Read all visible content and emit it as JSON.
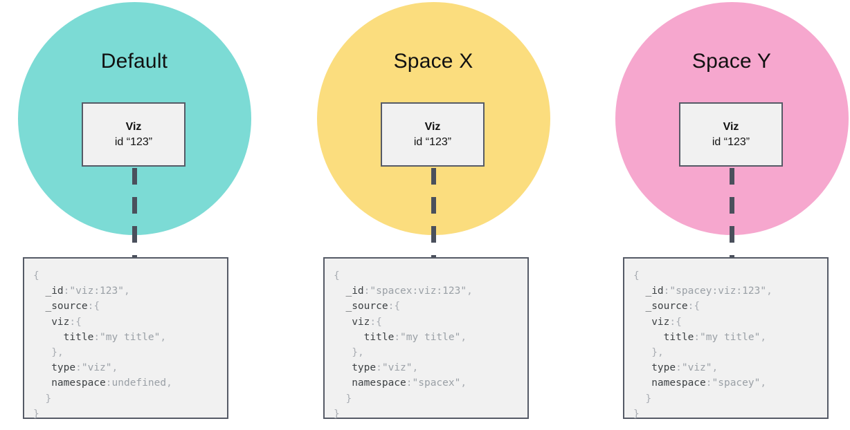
{
  "diagram": {
    "title_hidden": "",
    "groups": [
      {
        "name": "default",
        "title": "Default",
        "circle_color": "#7CDBD5",
        "node": {
          "label": "Viz",
          "sublabel": "id “123”"
        },
        "connector": "dashed-line",
        "code_lines": [
          [
            {
              "t": "{",
              "c": "punc"
            }
          ],
          [
            {
              "t": "  ",
              "c": "punc"
            },
            {
              "t": "_id",
              "c": "key"
            },
            {
              "t": ":",
              "c": "punc"
            },
            {
              "t": "\"viz:123\"",
              "c": "str"
            },
            {
              "t": ",",
              "c": "punc"
            }
          ],
          [
            {
              "t": "  ",
              "c": "punc"
            },
            {
              "t": "_source",
              "c": "key"
            },
            {
              "t": ":",
              "c": "punc"
            },
            {
              "t": "{",
              "c": "punc"
            }
          ],
          [
            {
              "t": "   ",
              "c": "punc"
            },
            {
              "t": "viz",
              "c": "key"
            },
            {
              "t": ":",
              "c": "punc"
            },
            {
              "t": "{",
              "c": "punc"
            }
          ],
          [
            {
              "t": "     ",
              "c": "punc"
            },
            {
              "t": "title",
              "c": "key"
            },
            {
              "t": ":",
              "c": "punc"
            },
            {
              "t": "\"my title\"",
              "c": "str"
            },
            {
              "t": ",",
              "c": "punc"
            }
          ],
          [
            {
              "t": "   ",
              "c": "punc"
            },
            {
              "t": "}",
              "c": "punc"
            },
            {
              "t": ",",
              "c": "punc"
            }
          ],
          [
            {
              "t": "   ",
              "c": "punc"
            },
            {
              "t": "type",
              "c": "key"
            },
            {
              "t": ":",
              "c": "punc"
            },
            {
              "t": "\"viz\"",
              "c": "str"
            },
            {
              "t": ",",
              "c": "punc"
            }
          ],
          [
            {
              "t": "   ",
              "c": "punc"
            },
            {
              "t": "namespace",
              "c": "key"
            },
            {
              "t": ":",
              "c": "punc"
            },
            {
              "t": "undefined",
              "c": "val"
            },
            {
              "t": ",",
              "c": "punc"
            }
          ],
          [
            {
              "t": "  ",
              "c": "punc"
            },
            {
              "t": "}",
              "c": "punc"
            }
          ],
          [
            {
              "t": "}",
              "c": "punc"
            }
          ]
        ]
      },
      {
        "name": "space-x",
        "title": "Space X",
        "circle_color": "#FBDD7E",
        "node": {
          "label": "Viz",
          "sublabel": "id “123”"
        },
        "connector": "dashed-line",
        "code_lines": [
          [
            {
              "t": "{",
              "c": "punc"
            }
          ],
          [
            {
              "t": "  ",
              "c": "punc"
            },
            {
              "t": "_id",
              "c": "key"
            },
            {
              "t": ":",
              "c": "punc"
            },
            {
              "t": "\"spacex:viz:123\"",
              "c": "str"
            },
            {
              "t": ",",
              "c": "punc"
            }
          ],
          [
            {
              "t": "  ",
              "c": "punc"
            },
            {
              "t": "_source",
              "c": "key"
            },
            {
              "t": ":",
              "c": "punc"
            },
            {
              "t": "{",
              "c": "punc"
            }
          ],
          [
            {
              "t": "   ",
              "c": "punc"
            },
            {
              "t": "viz",
              "c": "key"
            },
            {
              "t": ":",
              "c": "punc"
            },
            {
              "t": "{",
              "c": "punc"
            }
          ],
          [
            {
              "t": "     ",
              "c": "punc"
            },
            {
              "t": "title",
              "c": "key"
            },
            {
              "t": ":",
              "c": "punc"
            },
            {
              "t": "\"my title\"",
              "c": "str"
            },
            {
              "t": ",",
              "c": "punc"
            }
          ],
          [
            {
              "t": "   ",
              "c": "punc"
            },
            {
              "t": "}",
              "c": "punc"
            },
            {
              "t": ",",
              "c": "punc"
            }
          ],
          [
            {
              "t": "   ",
              "c": "punc"
            },
            {
              "t": "type",
              "c": "key"
            },
            {
              "t": ":",
              "c": "punc"
            },
            {
              "t": "\"viz\"",
              "c": "str"
            },
            {
              "t": ",",
              "c": "punc"
            }
          ],
          [
            {
              "t": "   ",
              "c": "punc"
            },
            {
              "t": "namespace",
              "c": "key"
            },
            {
              "t": ":",
              "c": "punc"
            },
            {
              "t": "\"spacex\"",
              "c": "str"
            },
            {
              "t": ",",
              "c": "punc"
            }
          ],
          [
            {
              "t": "  ",
              "c": "punc"
            },
            {
              "t": "}",
              "c": "punc"
            }
          ],
          [
            {
              "t": "}",
              "c": "punc"
            }
          ]
        ]
      },
      {
        "name": "space-y",
        "title": "Space Y",
        "circle_color": "#F6A7CE",
        "node": {
          "label": "Viz",
          "sublabel": "id “123”"
        },
        "connector": "dashed-line",
        "code_lines": [
          [
            {
              "t": "{",
              "c": "punc"
            }
          ],
          [
            {
              "t": "  ",
              "c": "punc"
            },
            {
              "t": "_id",
              "c": "key"
            },
            {
              "t": ":",
              "c": "punc"
            },
            {
              "t": "\"spacey:viz:123\"",
              "c": "str"
            },
            {
              "t": ",",
              "c": "punc"
            }
          ],
          [
            {
              "t": "  ",
              "c": "punc"
            },
            {
              "t": "_source",
              "c": "key"
            },
            {
              "t": ":",
              "c": "punc"
            },
            {
              "t": "{",
              "c": "punc"
            }
          ],
          [
            {
              "t": "   ",
              "c": "punc"
            },
            {
              "t": "viz",
              "c": "key"
            },
            {
              "t": ":",
              "c": "punc"
            },
            {
              "t": "{",
              "c": "punc"
            }
          ],
          [
            {
              "t": "     ",
              "c": "punc"
            },
            {
              "t": "title",
              "c": "key"
            },
            {
              "t": ":",
              "c": "punc"
            },
            {
              "t": "\"my title\"",
              "c": "str"
            },
            {
              "t": ",",
              "c": "punc"
            }
          ],
          [
            {
              "t": "   ",
              "c": "punc"
            },
            {
              "t": "}",
              "c": "punc"
            },
            {
              "t": ",",
              "c": "punc"
            }
          ],
          [
            {
              "t": "   ",
              "c": "punc"
            },
            {
              "t": "type",
              "c": "key"
            },
            {
              "t": ":",
              "c": "punc"
            },
            {
              "t": "\"viz\"",
              "c": "str"
            },
            {
              "t": ",",
              "c": "punc"
            }
          ],
          [
            {
              "t": "   ",
              "c": "punc"
            },
            {
              "t": "namespace",
              "c": "key"
            },
            {
              "t": ":",
              "c": "punc"
            },
            {
              "t": "\"spacey\"",
              "c": "str"
            },
            {
              "t": ",",
              "c": "punc"
            }
          ],
          [
            {
              "t": "  ",
              "c": "punc"
            },
            {
              "t": "}",
              "c": "punc"
            }
          ],
          [
            {
              "t": "}",
              "c": "punc"
            }
          ]
        ]
      }
    ],
    "palette": {
      "box_border": "#555a66",
      "box_fill": "#f1f1f1",
      "connector_color": "#4a505c",
      "text_color": "#111111",
      "code_key": "#3c4043",
      "code_string": "#9aa0a6",
      "code_punct": "#a9adb3",
      "background": "#ffffff"
    }
  }
}
